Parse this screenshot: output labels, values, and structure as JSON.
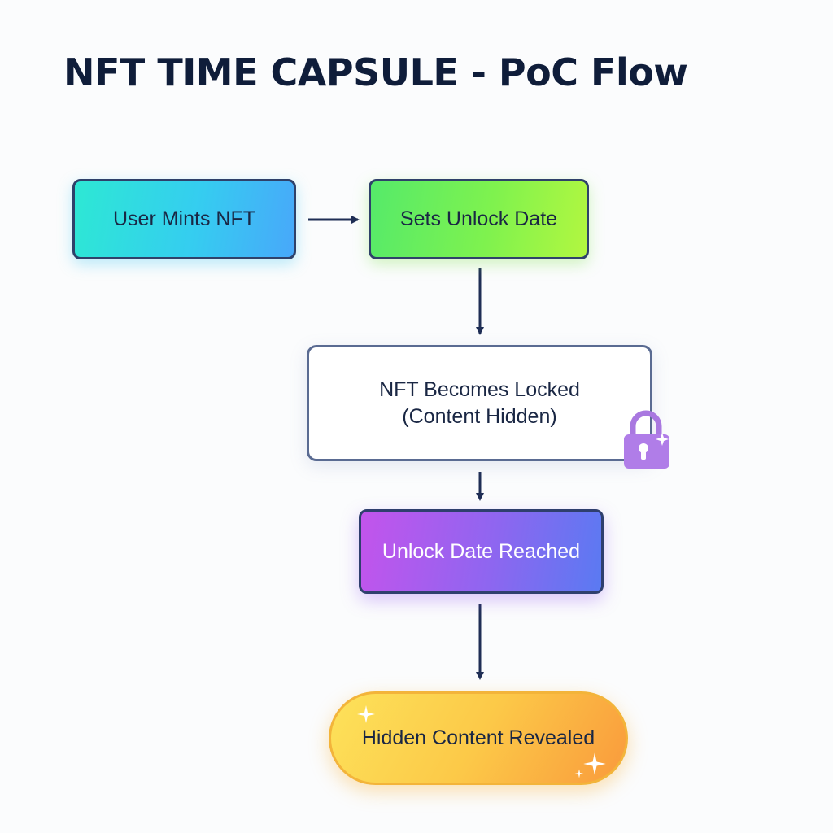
{
  "title": "NFT TIME CAPSULE - PoC Flow",
  "nodes": {
    "mint": {
      "label": "User Mints NFT"
    },
    "unlock_date": {
      "label": "Sets Unlock Date"
    },
    "locked": {
      "line1": "NFT Becomes Locked",
      "line2": "(Content Hidden)"
    },
    "reached": {
      "label": "Unlock Date Reached"
    },
    "revealed": {
      "label": "Hidden Content Revealed"
    }
  },
  "icons": {
    "lock": "padlock-icon",
    "sparkle": "sparkle-icon"
  },
  "colors": {
    "title": "#0f1d3a",
    "arrow": "#1f2e55",
    "lock_body": "#b07de8",
    "lock_shackle": "#a978e0"
  }
}
